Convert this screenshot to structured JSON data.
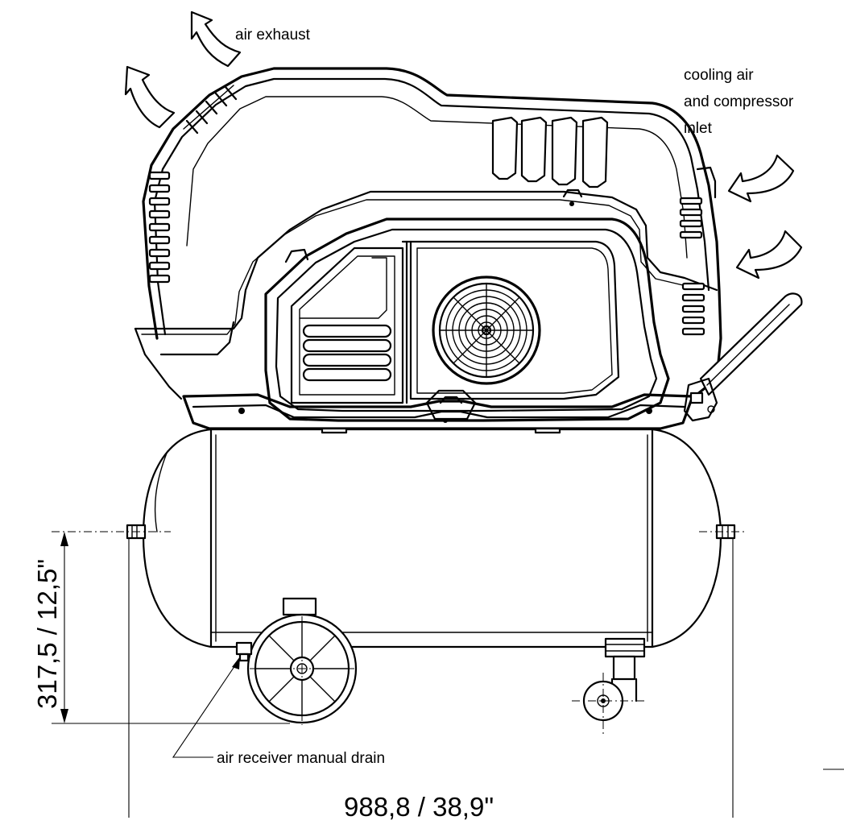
{
  "labels": {
    "air_exhaust": "air exhaust",
    "cooling_inlet_line1": "cooling air",
    "cooling_inlet_line2": "and compressor",
    "cooling_inlet_line3": "inlet",
    "manual_drain": "air receiver manual drain"
  },
  "dimensions": {
    "height": "317,5 / 12,5\"",
    "width": "988,8 / 38,9\""
  }
}
